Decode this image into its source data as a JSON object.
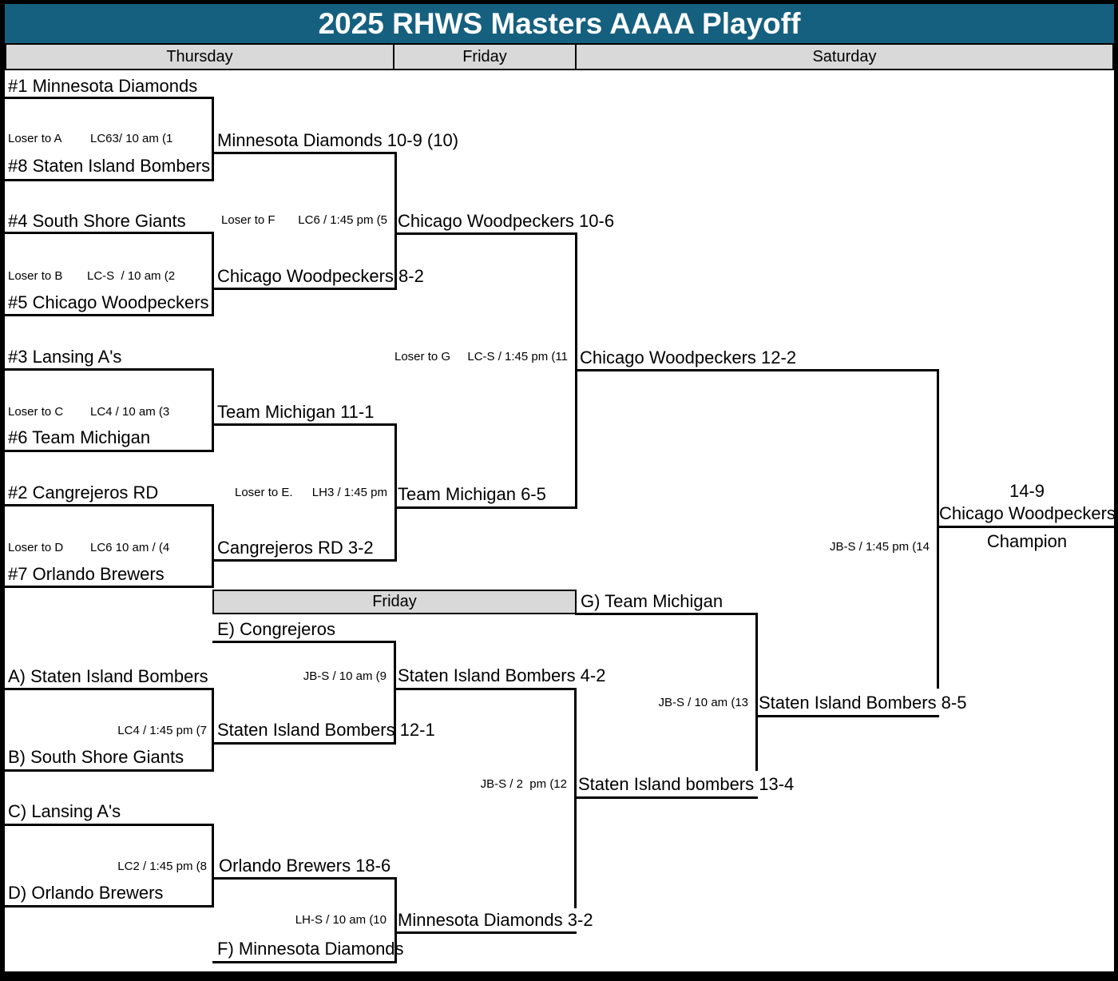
{
  "title": "2025 RHWS Masters AAAA Playoff",
  "colors": {
    "title_bar_bg": "#15607F",
    "title_text": "#FFFFFF",
    "day_bar_bg": "#D9D9D9",
    "line_color": "#000000"
  },
  "day_headers": [
    "Thursday",
    "Friday",
    "Saturday"
  ],
  "mid_day_label": "Friday",
  "round1": [
    {
      "seed_top": "#1 Minnesota Diamonds",
      "loser_to": "Loser to A",
      "game_label": "LC63/ 10 am (1",
      "seed_bottom": "#8 Staten Island Bombers",
      "winner": "Minnesota Diamonds 10-9 (10)"
    },
    {
      "seed_top": "#4 South Shore Giants",
      "loser_to": "Loser to B",
      "game_label": "LC-S  / 10 am (2",
      "seed_bottom": "#5 Chicago Woodpeckers",
      "winner": "Chicago Woodpeckers 8-2"
    },
    {
      "seed_top": "#3 Lansing A's",
      "loser_to": "Loser to C",
      "game_label": "LC4 / 10 am (3",
      "seed_bottom": "#6 Team Michigan",
      "winner": "Team Michigan 11-1"
    },
    {
      "seed_top": "#2 Cangrejeros RD",
      "loser_to": "Loser to D",
      "game_label": "LC6 10 am / (4",
      "seed_bottom": "#7 Orlando Brewers",
      "winner": "Cangrejeros RD 3-2"
    }
  ],
  "semifinals": [
    {
      "loser_to": "Loser to F",
      "game_label": "LC6 / 1:45 pm (5",
      "winner": "Chicago Woodpeckers 10-6"
    },
    {
      "loser_to": "Loser to E.",
      "game_label": "LH3 / 1:45 pm",
      "winner": "Team Michigan 6-5"
    }
  ],
  "winners_final": {
    "loser_to": "Loser to G",
    "game_label": "LC-S / 1:45 pm (11",
    "winner": "Chicago Woodpeckers 12-2"
  },
  "losers": {
    "entry_e": "E) Congrejeros",
    "entry_a": "A) Staten Island Bombers",
    "entry_b": "B) South Shore Giants",
    "entry_c": "C) Lansing A's",
    "entry_d": "D) Orlando Brewers",
    "entry_f": "F) Minnesota Diamonds",
    "entry_g": "G) Team Michigan",
    "game7": {
      "game_label": "LC4 / 1:45 pm (7",
      "winner": "Staten Island Bombers 12-1"
    },
    "game8": {
      "game_label": "LC2 / 1:45 pm (8",
      "winner": "Orlando Brewers 18-6"
    },
    "game9": {
      "game_label": "JB-S / 10 am (9",
      "winner": "Staten Island Bombers 4-2"
    },
    "game10": {
      "game_label": "LH-S / 10 am (10",
      "winner": "Minnesota Diamonds 3-2"
    },
    "game12": {
      "game_label": "JB-S / 2  pm (12",
      "winner": "Staten Island bombers 13-4"
    },
    "game13": {
      "game_label": "JB-S / 10 am (13",
      "winner": "Staten Island Bombers 8-5"
    }
  },
  "championship": {
    "game_label": "JB-S / 1:45 pm (14",
    "final_score": "14-9",
    "winner": "Chicago Woodpeckers",
    "label": "Champion"
  }
}
